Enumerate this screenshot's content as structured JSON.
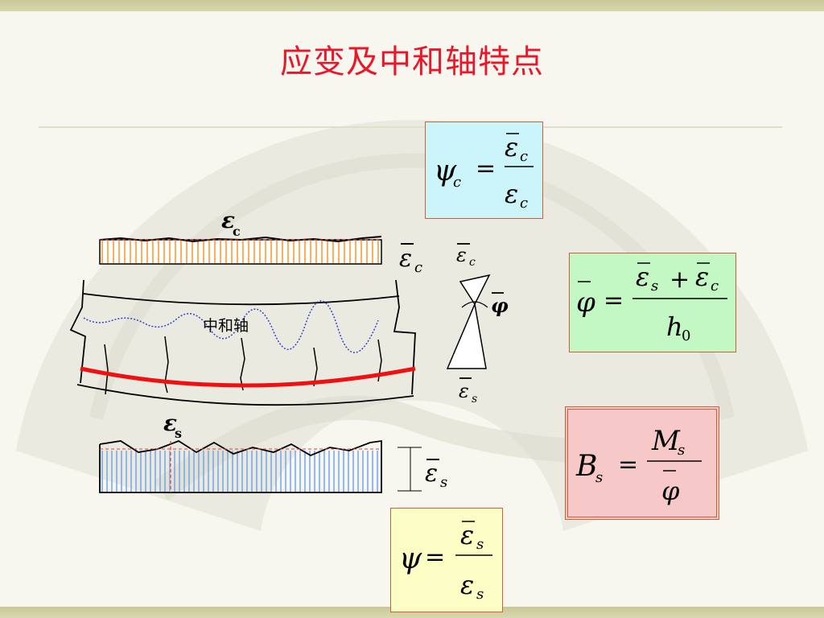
{
  "title": "应变及中和轴特点",
  "diagram": {
    "neutral_axis_label": "中和轴",
    "eps_c_label": "ε",
    "eps_c_sub": "c",
    "eps_s_label": "ε",
    "eps_s_sub": "s",
    "epsbar_c_label": "ε",
    "epsbar_c_sub": "c",
    "epsbar_s_label": "ε",
    "epsbar_s_sub": "s",
    "phibar_label": "φ"
  },
  "formulas": {
    "psi_c": {
      "lhs": "ψ",
      "lhs_sub": "c",
      "eq": "=",
      "num": "ε",
      "num_sub": "c",
      "den": "ε",
      "den_sub": "c"
    },
    "phi": {
      "lhs": "φ",
      "eq": "=",
      "num_a": "ε",
      "num_a_sub": "s",
      "plus": "+",
      "num_b": "ε",
      "num_b_sub": "c",
      "den": "h",
      "den_sub": "0"
    },
    "Bs": {
      "lhs": "B",
      "lhs_sub": "s",
      "eq": "=",
      "num": "M",
      "num_sub": "s",
      "den": "φ"
    },
    "psi": {
      "lhs": "ψ",
      "eq": "=",
      "num": "ε",
      "num_sub": "s",
      "den": "ε",
      "den_sub": "s"
    }
  },
  "colors": {
    "title": "#e8182a",
    "psi_c_box": "#ccf5fb",
    "phi_box": "#c3f7c3",
    "Bs_box": "#f7c8c8",
    "psi_box": "#fdfdc6",
    "compression_fill": "#ff9933",
    "tension_fill": "#7fa8e8",
    "curve": "#ee1111",
    "neutral_axis": "#3344cc"
  }
}
